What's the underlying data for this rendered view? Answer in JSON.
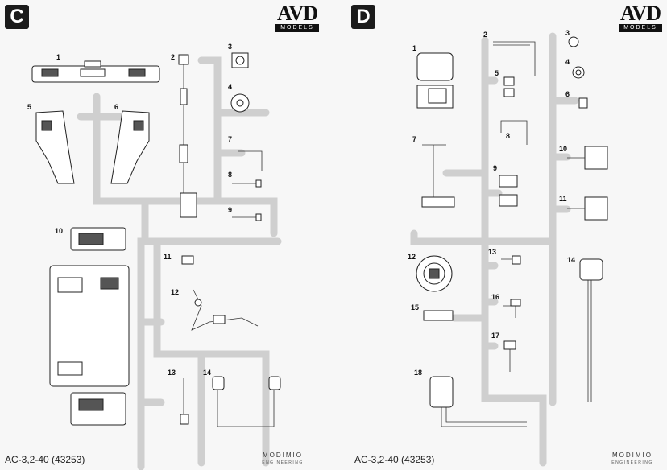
{
  "sheets": [
    {
      "letter": "C",
      "logo": {
        "main": "AVD",
        "sub": "MODELS"
      },
      "title": "AC-3,2-40 (43253)",
      "brand": {
        "main": "MODIMIO",
        "sub": "ENGINEERING"
      },
      "parts": [
        "1",
        "2",
        "3",
        "4",
        "5",
        "6",
        "7",
        "8",
        "9",
        "10",
        "11",
        "12",
        "13",
        "14"
      ]
    },
    {
      "letter": "D",
      "logo": {
        "main": "AVD",
        "sub": "MODELS"
      },
      "title": "AC-3,2-40 (43253)",
      "brand": {
        "main": "MODIMIO",
        "sub": "ENGINEERING"
      },
      "parts": [
        "1",
        "2",
        "3",
        "4",
        "5",
        "6",
        "7",
        "8",
        "9",
        "10",
        "11",
        "12",
        "13",
        "14",
        "15",
        "16",
        "17",
        "18"
      ]
    }
  ]
}
